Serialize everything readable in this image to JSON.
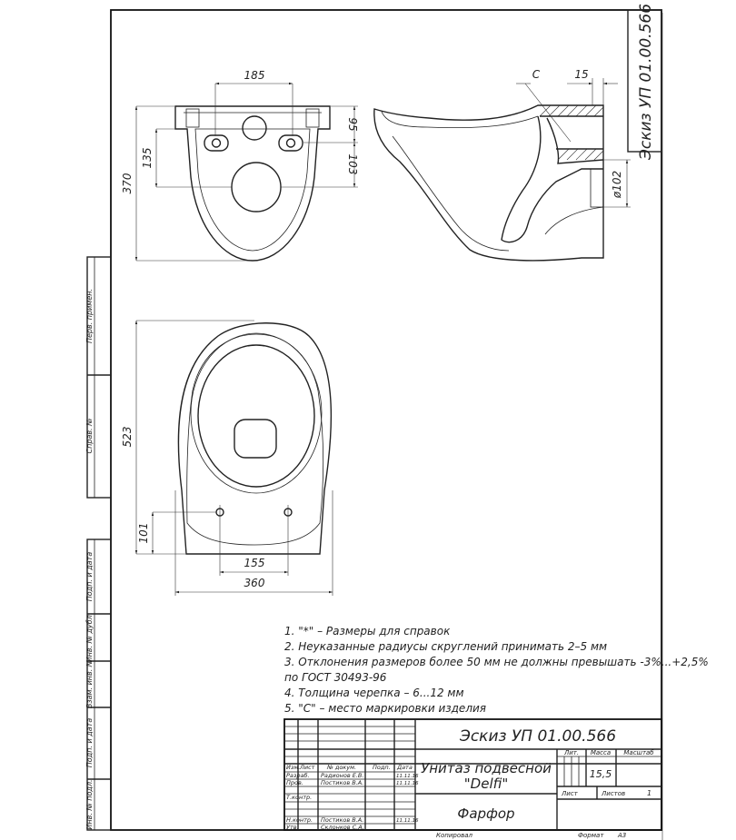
{
  "stamp": {
    "doc_code": "Эскиз УП 01.00.566",
    "title_line1": "Унитаз подвесной",
    "title_line2": "\"Delfi\"",
    "material": "Фарфор",
    "lit_label": "Лит.",
    "mass_label": "Масса",
    "scale_label": "Масштаб",
    "mass_value": "15,5",
    "sheet_label": "Лист",
    "sheets_label": "Листов",
    "sheets_value": "1",
    "copied_label": "Копировал",
    "format_label": "Формат",
    "format_value": "A3",
    "header": {
      "izm": "Изм.",
      "list": "Лист",
      "doc_no": "№ докум.",
      "sign": "Подп.",
      "date": "Дата"
    },
    "rows": [
      {
        "role": "Разраб.",
        "name": "Радионов Е.В.",
        "date": "11.11.16"
      },
      {
        "role": "Пров.",
        "name": "Постиков В.А.",
        "date": "11.11.16"
      },
      {
        "role": "Т.контр.",
        "name": "",
        "date": ""
      },
      {
        "role": "Н.контр.",
        "name": "Постиков В.А.",
        "date": "11.11.16"
      },
      {
        "role": "Утв.",
        "name": "Склонков С.А.",
        "date": ""
      }
    ]
  },
  "side_strip": [
    "Перв. примен.",
    "Справ. №",
    "Подп. и дата",
    "Инв. № дубл.",
    "Взам. инв. №",
    "Подп. и дата",
    "Инв. № подл."
  ],
  "dimensions": {
    "top_185": "185",
    "top_95": "95",
    "top_135": "135",
    "top_103": "103",
    "top_370": "370",
    "side_c": "C",
    "side_15": "15",
    "side_d102": "ø102",
    "plan_523": "523",
    "plan_101": "101",
    "plan_155": "155",
    "plan_360": "360"
  },
  "notes": [
    "1. \"*\" – Размеры для справок",
    "2. Неуказанные радиусы скруглений принимать 2–5 мм",
    "3. Отклонения размеров более 50 мм не должны превышать -3%...+2,5%",
    "по ГОСТ 30493-96",
    "4. Толщина черепка – 6...12 мм",
    "5. \"C\" – место маркировки изделия"
  ]
}
